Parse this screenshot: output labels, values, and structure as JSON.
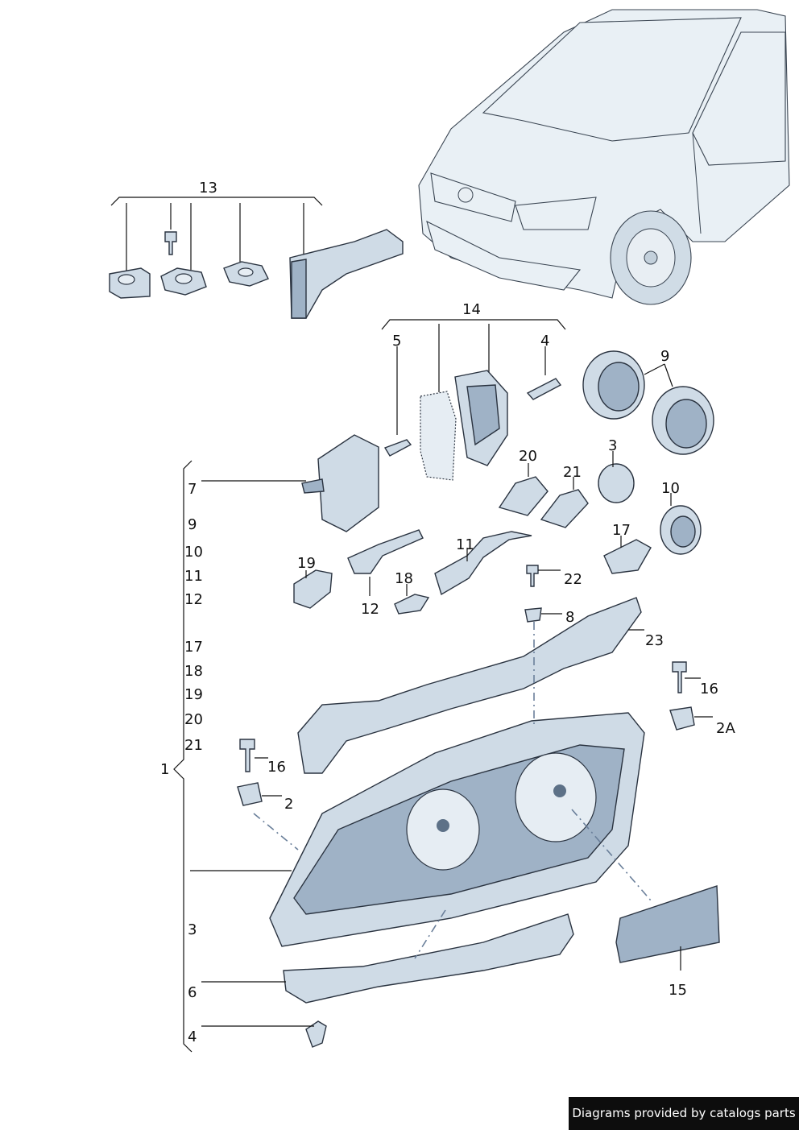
{
  "labels": {
    "l13": "13",
    "l14": "14",
    "l5": "5",
    "l4a": "4",
    "l9a": "9",
    "l20": "20",
    "l21": "21",
    "l3a": "3",
    "l10a": "10",
    "l7": "7",
    "l9b": "9",
    "l10b": "10",
    "l11a": "11",
    "l12a": "12",
    "l17a": "17",
    "l18a": "18",
    "l19a": "19",
    "l20b": "20",
    "l21b": "21",
    "l1": "1",
    "l11b": "11",
    "l17b": "17",
    "l19b": "19",
    "l18b": "18",
    "l12b": "12",
    "l22": "22",
    "l8": "8",
    "l23": "23",
    "l16a": "16",
    "l2a": "2A",
    "l16b": "16",
    "l2": "2",
    "l3b": "3",
    "l6": "6",
    "l4b": "4",
    "l15": "15"
  },
  "footer": {
    "credit": "Diagrams provided by catalogs parts"
  },
  "colors": {
    "part_fill": "#cfdbe6",
    "outline": "#2a3340",
    "credit_bg": "#0d0d0d"
  }
}
